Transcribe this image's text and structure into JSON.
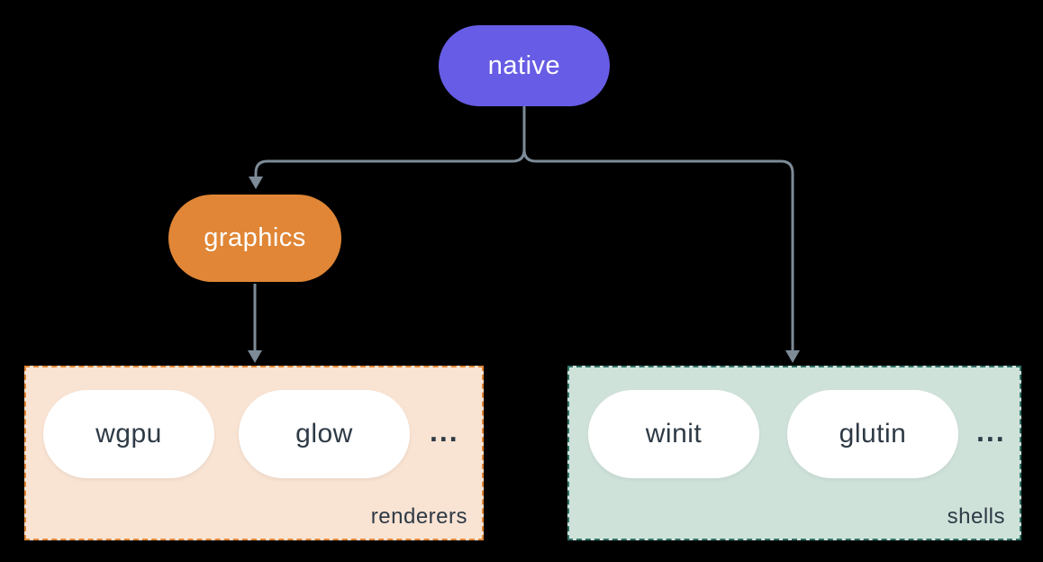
{
  "diagram": {
    "background_color": "#000000",
    "connector_color": "#7D8B98",
    "item_text_color": "#2E3A45",
    "nodes": {
      "native": {
        "label": "native",
        "fill": "#675CE5",
        "text_color": "#FFFFFF"
      },
      "graphics": {
        "label": "graphics",
        "fill": "#E08636",
        "text_color": "#FFFFFF"
      }
    },
    "groups": {
      "renderers": {
        "label": "renderers",
        "background": "#F9E3D3",
        "border_color": "#E08636",
        "items": [
          "wgpu",
          "glow"
        ],
        "ellipsis": "..."
      },
      "shells": {
        "label": "shells",
        "background": "#CFE2DA",
        "border_color": "#2F7265",
        "items": [
          "winit",
          "glutin"
        ],
        "ellipsis": "..."
      }
    },
    "edges": [
      {
        "from": "native",
        "to": "graphics"
      },
      {
        "from": "native",
        "to": "shells-group"
      },
      {
        "from": "graphics",
        "to": "renderers-group"
      }
    ]
  }
}
